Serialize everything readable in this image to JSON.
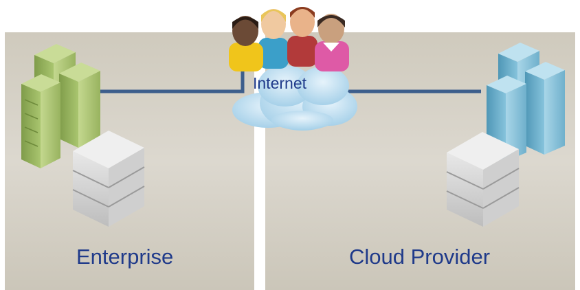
{
  "diagram": {
    "left_panel": {
      "label": "Enterprise"
    },
    "right_panel": {
      "label": "Cloud Provider"
    },
    "cloud": {
      "label": "Internet"
    },
    "icons": {
      "enterprise_servers": "green-server-rack-icons",
      "enterprise_storage": "gray-storage-server-icon",
      "provider_servers": "blue-server-rack-icons",
      "provider_storage": "gray-storage-server-icon",
      "users": "people-group-icon"
    },
    "colors": {
      "panel": "#d3cfc5",
      "connector": "#3d5e8c",
      "label": "#1f3a8a",
      "cloud": "#b8d8ee",
      "enterprise_rack": "#8fae5a",
      "provider_rack": "#6aaac7",
      "storage": "#d9d9d9"
    }
  }
}
